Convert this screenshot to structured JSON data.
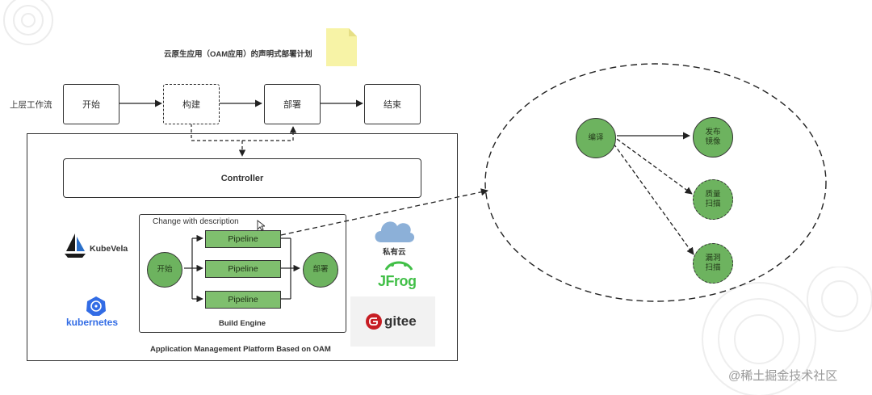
{
  "page_title": "云原生应用（OAM应用）的声明式部署计划",
  "workflow": {
    "row_label": "上层工作流",
    "steps": [
      "开始",
      "构建",
      "部署",
      "结束"
    ]
  },
  "platform": {
    "controller": "Controller",
    "engine_caption": "Change with description",
    "engine_label": "Build Engine",
    "engine_start": "开始",
    "engine_end": "部署",
    "pipelines": [
      "Pipeline",
      "Pipeline",
      "Pipeline"
    ],
    "footer": "Application Management Platform Based on OAM"
  },
  "logos": {
    "kubevela": "KubeVela",
    "kubernetes": "kubernetes",
    "private_cloud": "私有云",
    "jfrog": "JFrog",
    "gitee": "gitee"
  },
  "detail": {
    "compile": "编译",
    "publish": [
      "发布",
      "镜像"
    ],
    "quality": [
      "质量",
      "扫描"
    ],
    "vuln": [
      "漏洞",
      "扫描"
    ]
  },
  "watermark": "@稀土掘金技术社区",
  "colors": {
    "node_green": "#6db35f",
    "pipeline_green": "#7fbf6e",
    "note_yellow": "#f7f3a6"
  }
}
